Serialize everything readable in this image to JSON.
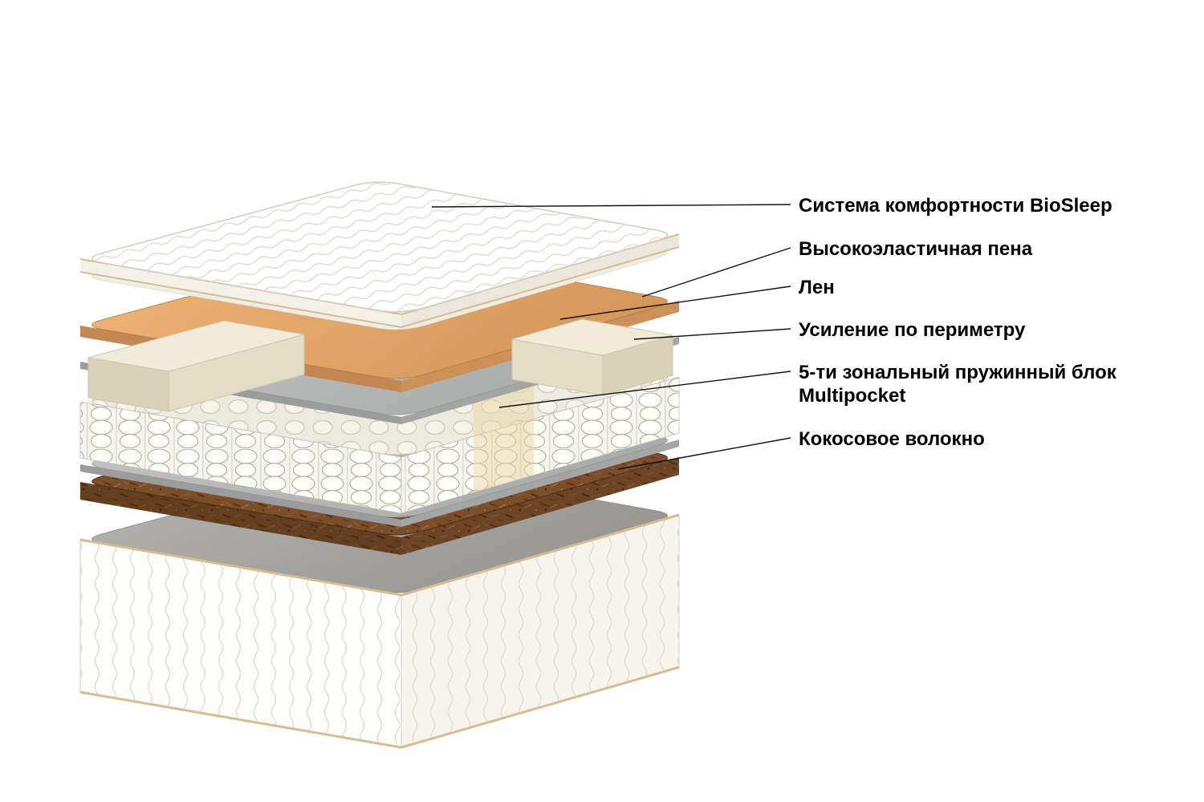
{
  "diagram": {
    "kind": "mattress-exploded-layers",
    "background": "#ffffff"
  },
  "labels": [
    {
      "line1": "Система комфортности BioSleep",
      "line2": ""
    },
    {
      "line1": "Высокоэластичная пена",
      "line2": ""
    },
    {
      "line1": "Лен",
      "line2": ""
    },
    {
      "line1": "Усиление по периметру",
      "line2": ""
    },
    {
      "line1": "5-ти зональный пружинный блок",
      "line2": "Multipocket"
    },
    {
      "line1": "Кокосовое волокно",
      "line2": ""
    }
  ],
  "colors": {
    "text": "#000000",
    "leader_line": "#111111",
    "cover_white": "#ffffff",
    "foam_tan": "#e2a668",
    "felt_gray": "#b7b9b8",
    "spring_white": "#f5f4ef",
    "perimeter_cream": "#f1ebd9",
    "coconut_brown": "#7a4e2b",
    "tape_edge": "#d7bc90"
  }
}
